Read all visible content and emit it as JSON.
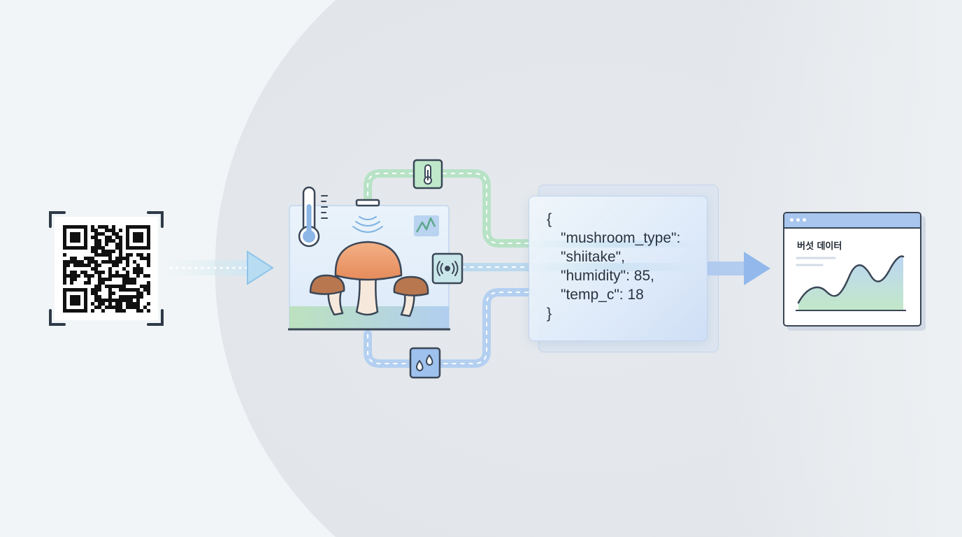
{
  "json_payload": {
    "open_brace": "{",
    "lines": [
      "\"mushroom_type\":",
      "\"shiitake\",",
      "\"humidity\": 85,",
      "\"temp_c\": 18"
    ],
    "close_brace": "}"
  },
  "dashboard": {
    "title": "버섯 데이터"
  },
  "icons": {
    "qr": "qr-code-icon",
    "scanner": "scan-frame-icon",
    "thermometer": "thermometer-icon",
    "sensor": "wireless-sensor-icon",
    "humidity": "water-drops-icon",
    "chart": "line-chart-icon",
    "mushroom": "mushroom-icon"
  },
  "colors": {
    "green_path": "#a9dcb8",
    "blue_path": "#a9c8ec",
    "arrow_blue": "#8db5e8",
    "mushroom_cap": "#ee9c6c",
    "mushroom_small_cap": "#b9774f",
    "stroke": "#3a4656"
  }
}
